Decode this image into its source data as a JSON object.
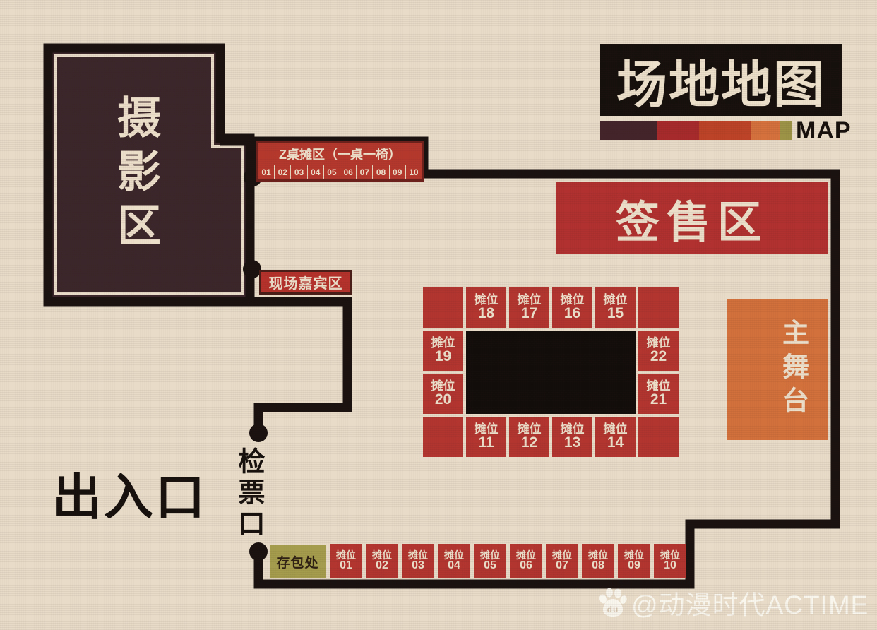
{
  "map": {
    "title": "场地地图",
    "title_sub": "MAP",
    "watermark": "@动漫时代ACTIME",
    "colors": {
      "background": "#e8dcc9",
      "wall": "#1a1210",
      "dark_area": "#3b262b",
      "booth_red": "#b23530",
      "signing_red": "#b03130",
      "stage_orange": "#d2713c",
      "bag_olive": "#a59d4d",
      "cream_text": "#ecdfca",
      "bar_segments": [
        "#43242a",
        "#a62a2b",
        "#bc4327",
        "#d4713d",
        "#9c9346"
      ]
    }
  },
  "areas": {
    "photo": "摄影区",
    "z_table": {
      "title": "Z桌摊区（一桌一椅）",
      "numbers": [
        "01",
        "02",
        "03",
        "04",
        "05",
        "06",
        "07",
        "08",
        "09",
        "10"
      ]
    },
    "guest": "现场嘉宾区",
    "signing": "签售区",
    "stage": "主舞台",
    "entrance": "出入口",
    "ticket_gate": "检票口",
    "bag_storage": "存包处"
  },
  "center_booths": {
    "label": "摊位",
    "top_row": [
      "18",
      "17",
      "16",
      "15"
    ],
    "left_col": [
      "19",
      "20"
    ],
    "right_col": [
      "22",
      "21"
    ],
    "bottom_row": [
      "11",
      "12",
      "13",
      "14"
    ]
  },
  "bottom_booths": {
    "label": "摊位",
    "numbers": [
      "01",
      "02",
      "03",
      "04",
      "05",
      "06",
      "07",
      "08",
      "09",
      "10"
    ]
  }
}
